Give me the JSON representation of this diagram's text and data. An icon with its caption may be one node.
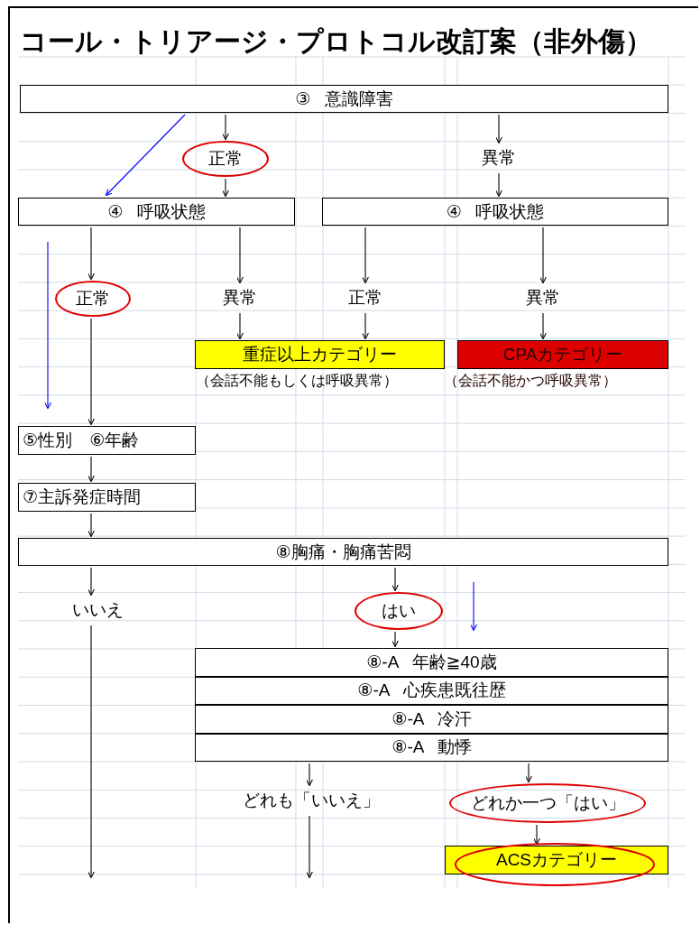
{
  "diagram": {
    "title": "コール・トリアージ・プロトコル改訂案（非外傷）",
    "nodes": [
      {
        "text": [
          "③ 意識障害"
        ]
      },
      {
        "text": [
          "正常"
        ]
      },
      {
        "text": [
          "異常"
        ]
      },
      {
        "text": [
          "④ 呼吸状態"
        ]
      },
      {
        "text": [
          "④ 呼吸状態"
        ]
      },
      {
        "text": [
          "正常"
        ]
      },
      {
        "text": [
          "異常"
        ]
      },
      {
        "text": [
          "正常"
        ]
      },
      {
        "text": [
          "異常"
        ]
      },
      {
        "text": [
          "重症以上カテゴリー"
        ],
        "beside": [
          "（会話不能もしくは呼吸異常）"
        ]
      },
      {
        "text": [
          "CPAカテゴリー"
        ],
        "beside": [
          "（会話不能かつ呼吸異常）"
        ]
      },
      {
        "text": [
          "⑤性別 ⑥年齢"
        ]
      },
      {
        "text": [
          "⑦主訴発症時間"
        ]
      },
      {
        "text": [
          "⑧胸痛・胸痛苦悶"
        ]
      },
      {
        "text": [
          "いいえ"
        ]
      },
      {
        "text": [
          "はい"
        ]
      },
      {
        "text": [
          "⑧-A 年齢≧40歳"
        ]
      },
      {
        "text": [
          "⑧-A 心疾患既往歴"
        ]
      },
      {
        "text": [
          "⑧-A 冷汗"
        ]
      },
      {
        "text": [
          "⑧-A 動悸"
        ]
      },
      {
        "text": [
          "どれも「いいえ」"
        ]
      },
      {
        "text": [
          "どれか一つ「はい」"
        ]
      },
      {
        "text": [
          "ACSカテゴリー"
        ]
      }
    ],
    "edges": [
      {
        "from": 0,
        "to": 1,
        "arrow": "to"
      },
      {
        "from": 1,
        "to": 3,
        "arrow": "to"
      },
      {
        "from": 0,
        "to": 2,
        "arrow": "to"
      },
      {
        "from": 2,
        "to": 4,
        "arrow": "to"
      },
      {
        "from": 0,
        "to": 3,
        "arrow": "to",
        "color": "#0000ff"
      },
      {
        "from": 3,
        "to": 5,
        "arrow": "to"
      },
      {
        "from": 3,
        "to": 6,
        "arrow": "to"
      },
      {
        "from": 4,
        "to": 7,
        "arrow": "to"
      },
      {
        "from": 4,
        "to": 8,
        "arrow": "to"
      },
      {
        "from": 3,
        "to": 11,
        "arrow": "to",
        "color": "#0000ff"
      },
      {
        "from": 6,
        "to": 9,
        "arrow": "to"
      },
      {
        "from": 7,
        "to": 9,
        "arrow": "to"
      },
      {
        "from": 8,
        "to": 10,
        "arrow": "to"
      },
      {
        "from": 5,
        "to": 11,
        "arrow": "to"
      },
      {
        "from": 11,
        "to": 12,
        "arrow": "to"
      },
      {
        "from": 12,
        "to": 13,
        "arrow": "to"
      },
      {
        "from": 13,
        "to": 14,
        "arrow": "to"
      },
      {
        "from": 13,
        "to": 15,
        "arrow": "to"
      },
      {
        "from": 13,
        "to": 16,
        "arrow": "to",
        "color": "#0000ff"
      },
      {
        "from": 15,
        "to": 16,
        "arrow": "to"
      },
      {
        "from": 14,
        "to": null,
        "arrow": "to"
      },
      {
        "from": 19,
        "to": 20,
        "arrow": "to"
      },
      {
        "from": 19,
        "to": 21,
        "arrow": "to"
      },
      {
        "from": 21,
        "to": 22,
        "arrow": "to"
      },
      {
        "from": 20,
        "to": null,
        "arrow": "to"
      }
    ]
  }
}
